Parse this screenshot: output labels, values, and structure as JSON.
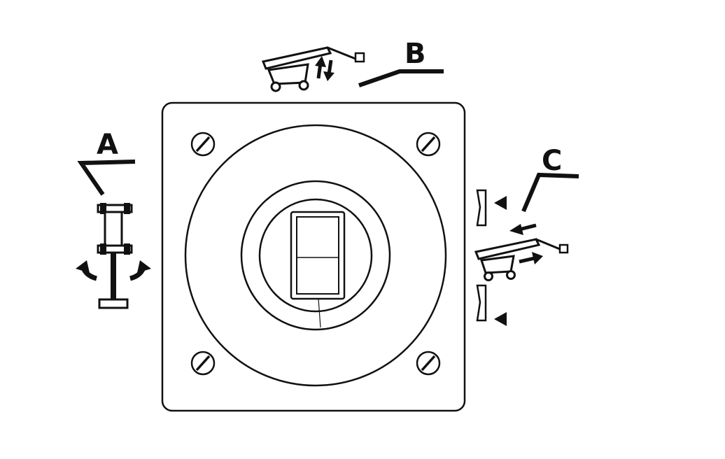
{
  "diagram": {
    "callouts": [
      {
        "letter": "A",
        "icon": "axle-steer-mode-icon"
      },
      {
        "letter": "B",
        "icon": "bed-raise-lower-icon"
      },
      {
        "letter": "C",
        "icon": "bed-slide-in-out-icon"
      }
    ],
    "center_control": "rotary-switch",
    "colors": {
      "line": "#111111",
      "background": "#ffffff"
    }
  }
}
